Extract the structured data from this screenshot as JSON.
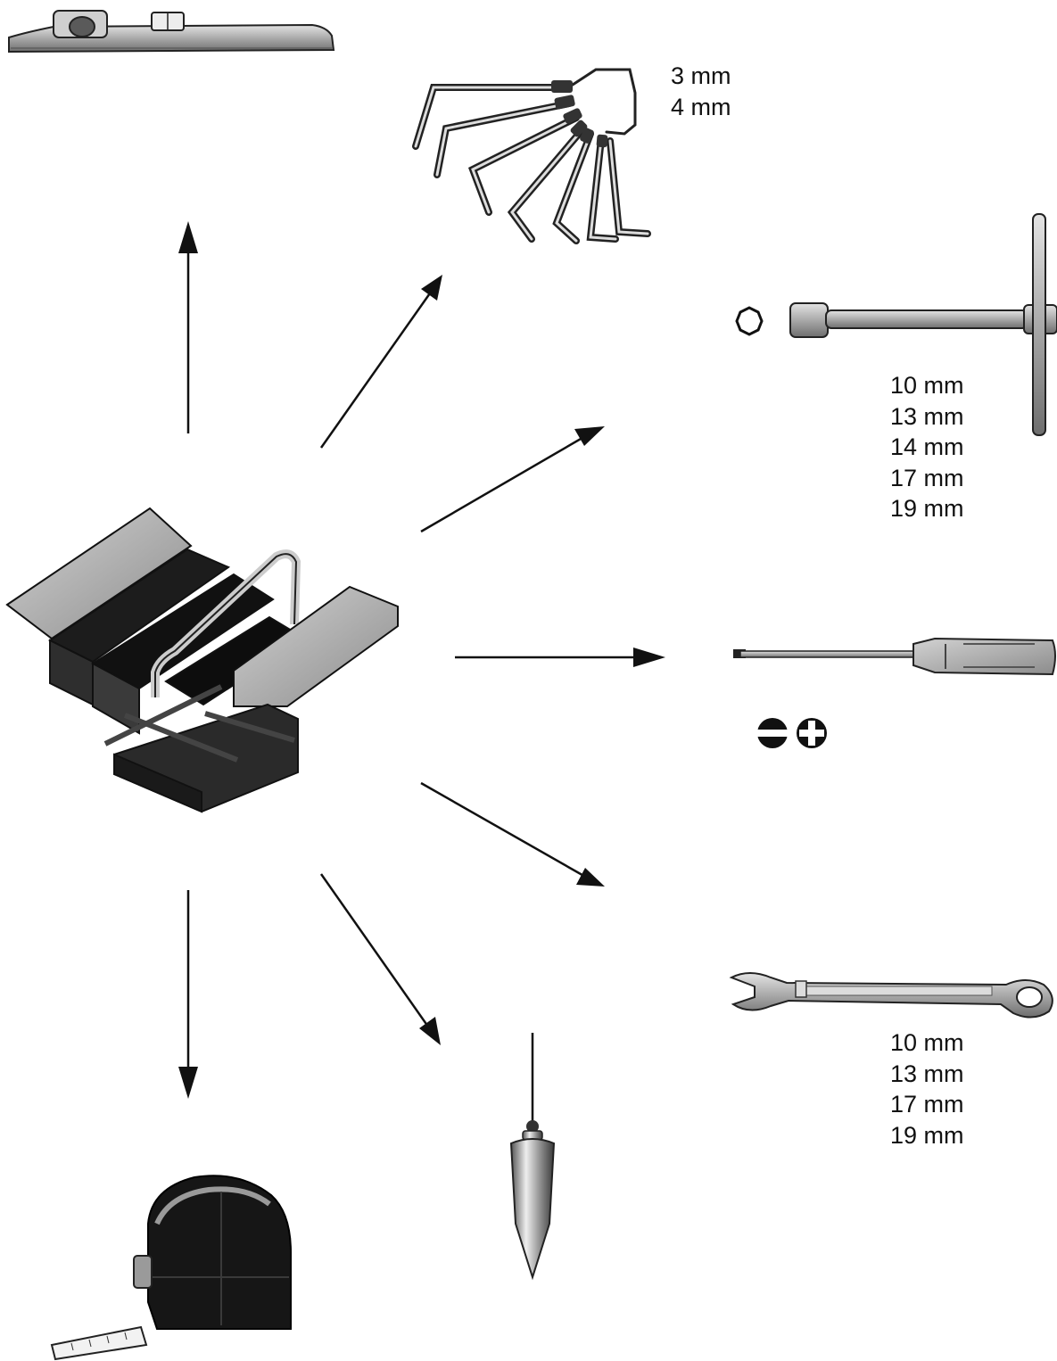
{
  "colors": {
    "ink": "#111111",
    "metal": "#b9b9b9",
    "dark": "#2a2a2a"
  },
  "labels": {
    "hex_keys": [
      "3 mm",
      "4 mm"
    ],
    "t_wrench": [
      "10 mm",
      "13 mm",
      "14 mm",
      "17 mm",
      "19 mm"
    ],
    "combination_wrench": [
      "10 mm",
      "13 mm",
      "17 mm",
      "19 mm"
    ]
  },
  "icons": {
    "hex_socket": "hexagon-outline-icon",
    "slotted_tip": "slotted-screw-icon",
    "phillips_tip": "phillips-screw-icon"
  }
}
